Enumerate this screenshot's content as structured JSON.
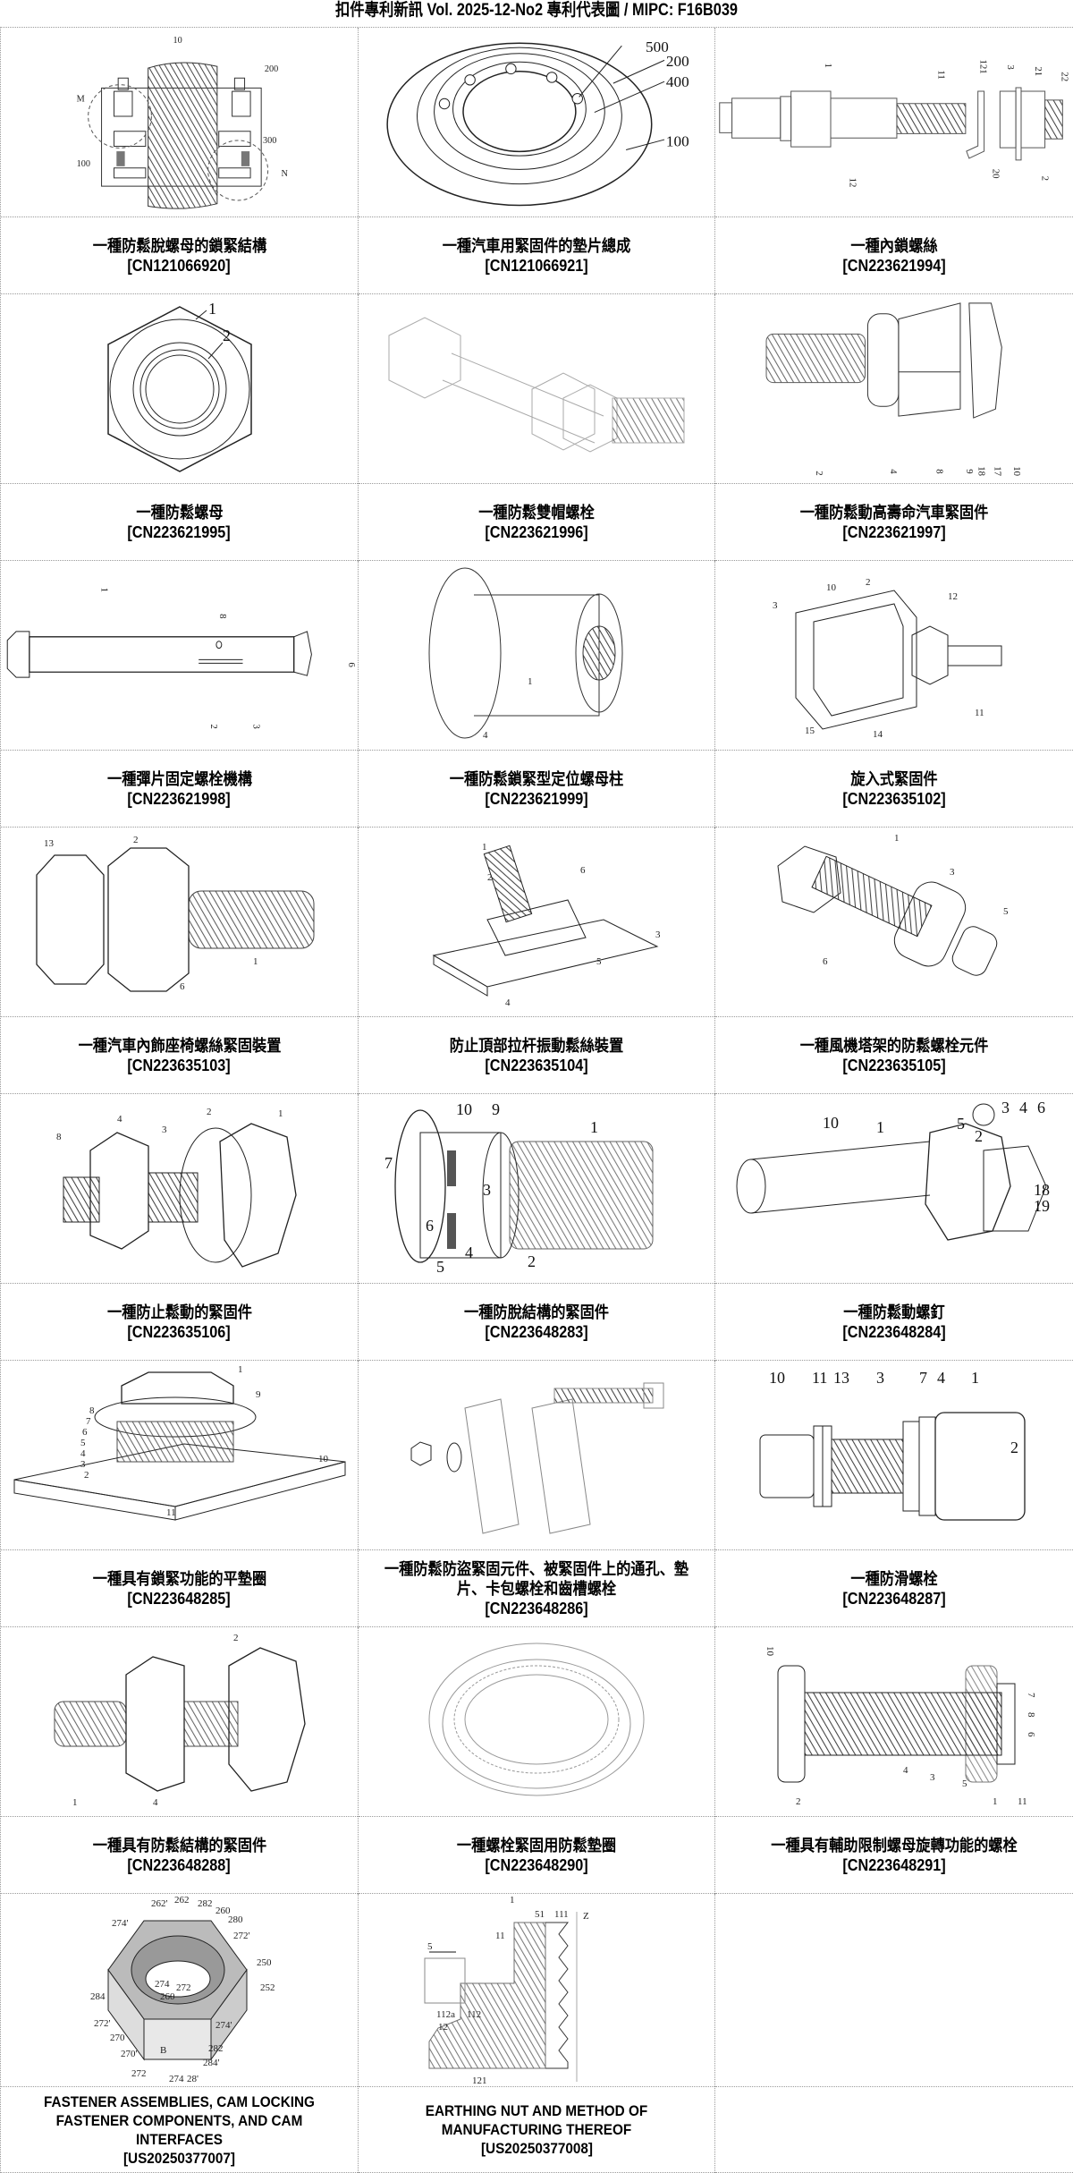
{
  "header": {
    "title": "扣件專利新訊  Vol. 2025-12-No2  專利代表圖  /  MIPC:  F16B039"
  },
  "patents": [
    {
      "title": "一種防鬆脫螺母的鎖緊結構",
      "number": "[CN121066920]",
      "figure": "cross-section-nut-locking",
      "labels": [
        "10",
        "200",
        "M",
        "300",
        "100",
        "N"
      ]
    },
    {
      "title": "一種汽車用緊固件的墊片總成",
      "number": "[CN121066921]",
      "figure": "ring-washer-assembly",
      "labels": [
        "500",
        "200",
        "400",
        "100"
      ]
    },
    {
      "title": "一種內鎖螺絲",
      "number": "[CN223621994]",
      "figure": "exploded-bolt",
      "labels": [
        "1",
        "11",
        "12",
        "121",
        "3",
        "21",
        "22",
        "20",
        "2"
      ]
    },
    {
      "title": "一種防鬆螺母",
      "number": "[CN223621995]",
      "figure": "hex-nut-top-view",
      "labels": [
        "1",
        "2"
      ]
    },
    {
      "title": "一種防鬆雙帽螺栓",
      "number": "[CN223621996]",
      "figure": "double-nut-bolt",
      "labels": []
    },
    {
      "title": "一種防鬆動高壽命汽車緊固件",
      "number": "[CN223621997]",
      "figure": "bolt-with-nut-assembly",
      "labels": [
        "2",
        "4",
        "8",
        "9",
        "18",
        "17",
        "10"
      ]
    },
    {
      "title": "一種彈片固定螺栓機構",
      "number": "[CN223621998]",
      "figure": "pin-with-spring-clip",
      "labels": [
        "1",
        "8",
        "2",
        "3",
        "6"
      ]
    },
    {
      "title": "一種防鬆鎖緊型定位螺母柱",
      "number": "[CN223621999]",
      "figure": "flanged-nut-column",
      "labels": [
        "1",
        "4"
      ]
    },
    {
      "title": "旋入式緊固件",
      "number": "[CN223635102]",
      "figure": "clip-fastener",
      "labels": [
        "3",
        "10",
        "2",
        "12",
        "15",
        "14",
        "11"
      ]
    },
    {
      "title": "一種汽車內飾座椅螺絲緊固裝置",
      "number": "[CN223635103]",
      "figure": "double-hex-threaded-rod",
      "labels": [
        "13",
        "2",
        "1",
        "6"
      ]
    },
    {
      "title": "防止頂部拉杆振動鬆絲裝置",
      "number": "[CN223635104]",
      "figure": "plate-with-bolt",
      "labels": [
        "1",
        "2",
        "6",
        "3",
        "5",
        "4"
      ]
    },
    {
      "title": "一種風機塔架的防鬆螺栓元件",
      "number": "[CN223635105]",
      "figure": "bolt-with-sleeve",
      "labels": [
        "1",
        "3",
        "5",
        "6"
      ]
    },
    {
      "title": "一種防止鬆動的緊固件",
      "number": "[CN223635106]",
      "figure": "bolt-hex-nut-washer",
      "labels": [
        "8",
        "4",
        "3",
        "2",
        "1"
      ]
    },
    {
      "title": "一種防脫結構的緊固件",
      "number": "[CN223648283]",
      "figure": "threaded-cylinder-with-springs",
      "labels": [
        "10",
        "9",
        "1",
        "7",
        "3",
        "6",
        "4",
        "5",
        "2"
      ]
    },
    {
      "title": "一種防鬆動螺釘",
      "number": "[CN223648284]",
      "figure": "long-pin-screw",
      "labels": [
        "10",
        "1",
        "5",
        "2",
        "3",
        "4",
        "6",
        "18",
        "19"
      ]
    },
    {
      "title": "一種具有鎖緊功能的平墊圈",
      "number": "[CN223648285]",
      "figure": "washer-on-plate",
      "labels": [
        "1",
        "9",
        "8",
        "7",
        "6",
        "5",
        "4",
        "3",
        "2",
        "11",
        "10"
      ]
    },
    {
      "title": "一種防鬆防盜緊固元件、被緊固件上的通孔、墊片、卡包螺栓和齒槽螺栓",
      "number": "[CN223648286]",
      "figure": "exploded-blocks-bolt",
      "labels": []
    },
    {
      "title": "一種防滑螺栓",
      "number": "[CN223648287]",
      "figure": "bolt-with-rings",
      "labels": [
        "10",
        "11",
        "13",
        "3",
        "7",
        "4",
        "1",
        "2"
      ]
    },
    {
      "title": "一種具有防鬆結構的緊固件",
      "number": "[CN223648288]",
      "figure": "double-hex-bolt",
      "labels": [
        "2",
        "1",
        "4"
      ]
    },
    {
      "title": "一種螺栓緊固用防鬆墊圈",
      "number": "[CN223648290]",
      "figure": "ring-bearing",
      "labels": []
    },
    {
      "title": "一種具有輔助限制螺母旋轉功能的螺栓",
      "number": "[CN223648291]",
      "figure": "bolt-cross-section",
      "labels": [
        "10",
        "7",
        "8",
        "6",
        "4",
        "3",
        "5",
        "2",
        "1",
        "11"
      ]
    },
    {
      "title": "FASTENER ASSEMBLIES, CAM LOCKING FASTENER COMPONENTS, AND CAM INTERFACES",
      "number": "[US20250377007]",
      "figure": "serrated-hex-nut",
      "labels": [
        "262'",
        "262",
        "282",
        "260",
        "280",
        "274'",
        "272'",
        "250",
        "252",
        "284",
        "274",
        "272",
        "260",
        "270",
        "270'",
        "272",
        "B",
        "274'",
        "282",
        "284'",
        "274",
        "28'"
      ]
    },
    {
      "title": "EARTHING NUT AND METHOD OF MANUFACTURING THEREOF",
      "number": "[US20250377008]",
      "figure": "thread-profile-section",
      "labels": [
        "1",
        "51",
        "111",
        "Z",
        "11",
        "5",
        "112a",
        "112",
        "12",
        "121"
      ]
    },
    {
      "title": "",
      "number": "",
      "figure": "",
      "labels": []
    }
  ]
}
